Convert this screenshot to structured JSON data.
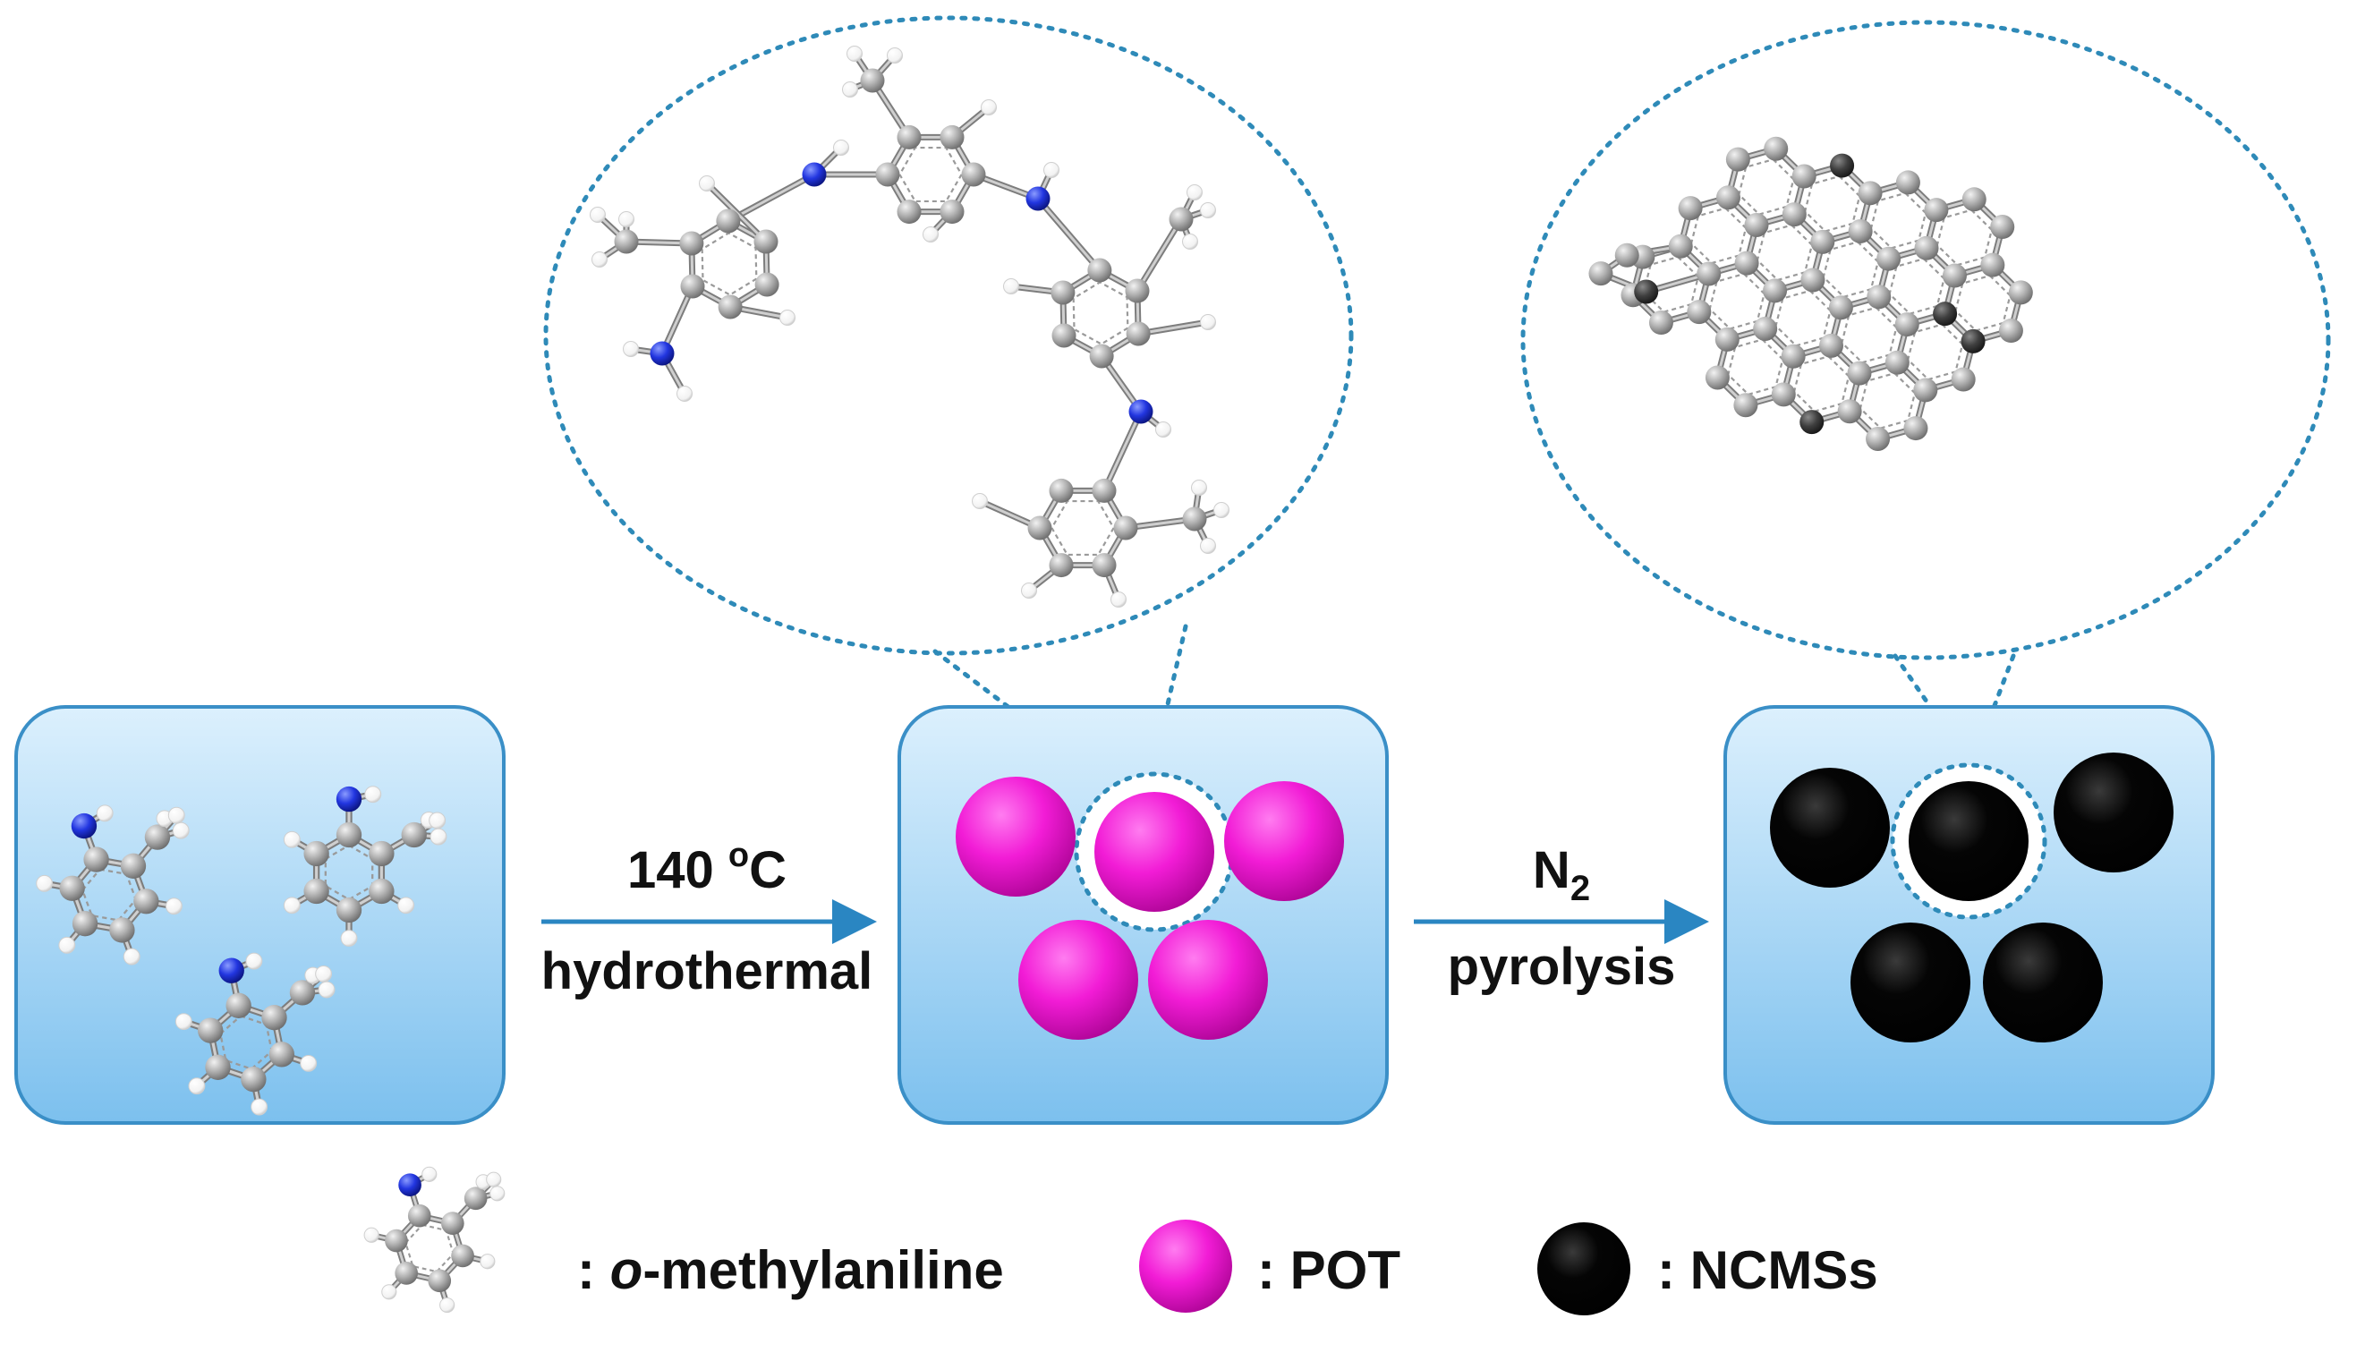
{
  "steps": [
    {
      "line1": "140 ",
      "sup": "o",
      "unit": "C",
      "line2": "hydrothermal"
    },
    {
      "line1": "N",
      "sub": "2",
      "line2": "pyrolysis"
    }
  ],
  "legend": {
    "monomer_italic": "o",
    "monomer_rest": "-methylaniline",
    "pot": "POT",
    "ncms": "NCMSs",
    "separator": ":"
  },
  "colors": {
    "box_top": "#d9eefc",
    "box_bottom": "#7ec3f0",
    "box_border": "#3a8fc7",
    "arrow": "#2a86c2",
    "dotted": "#2e8ab8",
    "pot_sphere": "#ee1fd0",
    "ncms_sphere": "#000000",
    "carbon": "#a9a9a9",
    "nitrogen": "#1b2fd6",
    "hydrogen": "#ffffff",
    "dark_carbon": "#3a3a3a"
  }
}
